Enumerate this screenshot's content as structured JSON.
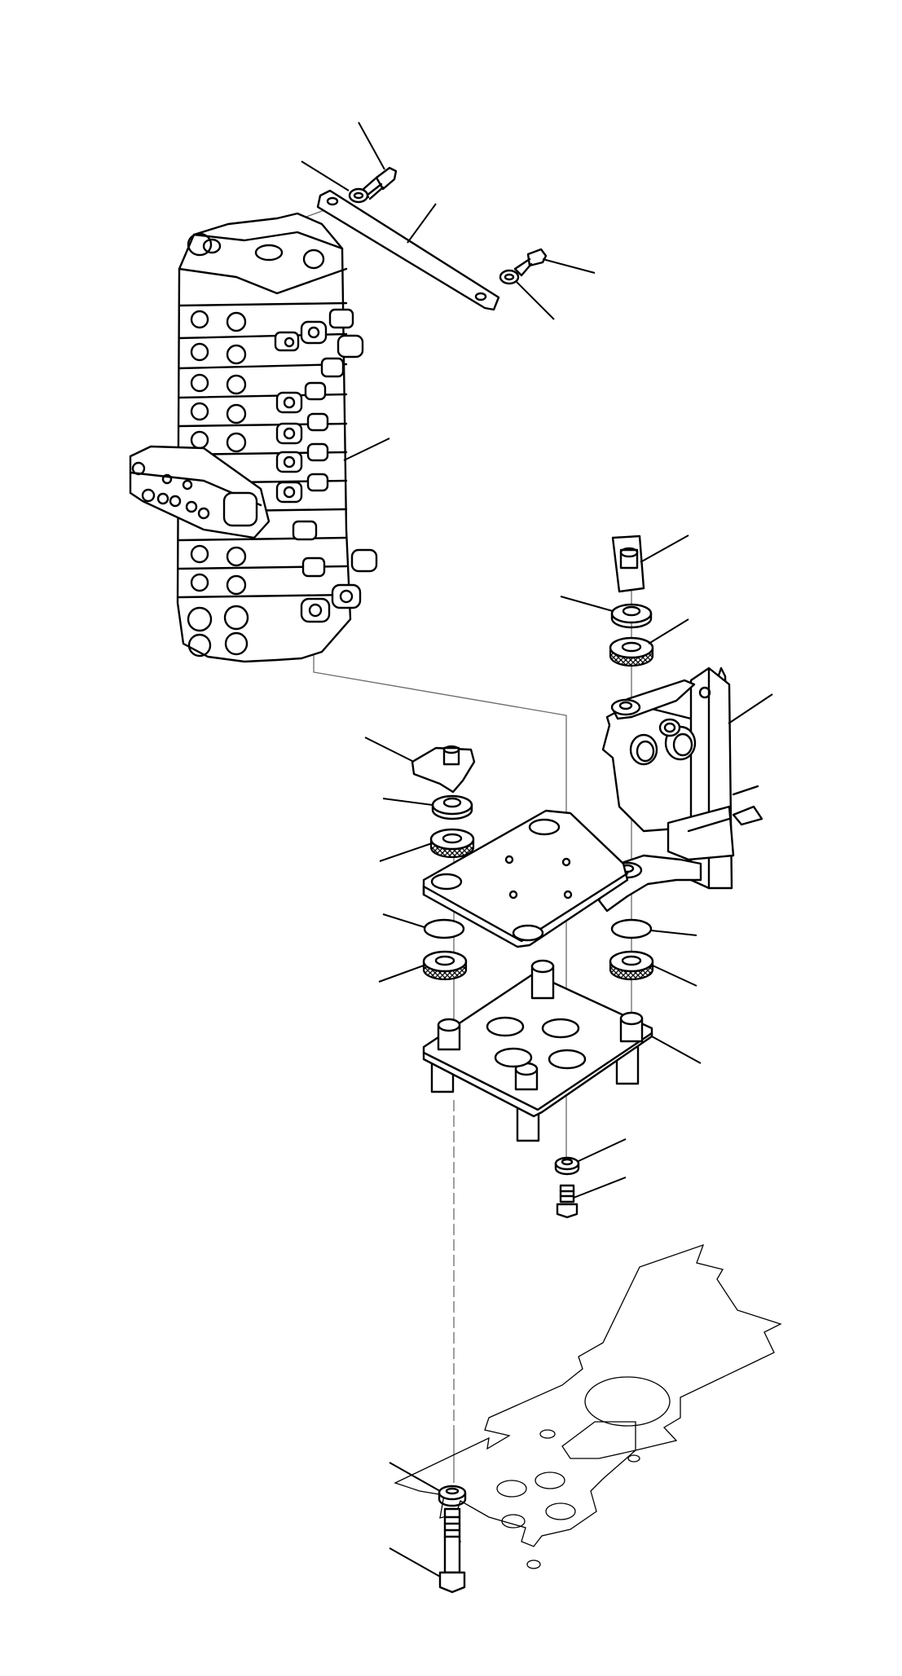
{
  "diagram": {
    "kind": "exploded parts drawing",
    "line_color": "#000000",
    "background": "#ffffff",
    "parts": [
      {
        "name": "control-valve-assembly"
      },
      {
        "name": "valve-mounting-strap"
      },
      {
        "name": "strap-bolt-upper-left"
      },
      {
        "name": "strap-washer-upper-left"
      },
      {
        "name": "strap-bolt-upper-right"
      },
      {
        "name": "strap-washer-upper-right"
      },
      {
        "name": "mount-bracket"
      },
      {
        "name": "valve-mount-plate"
      },
      {
        "name": "base-plate-with-bosses"
      },
      {
        "name": "isolator-cushions"
      },
      {
        "name": "floor-plate-outline"
      }
    ]
  }
}
